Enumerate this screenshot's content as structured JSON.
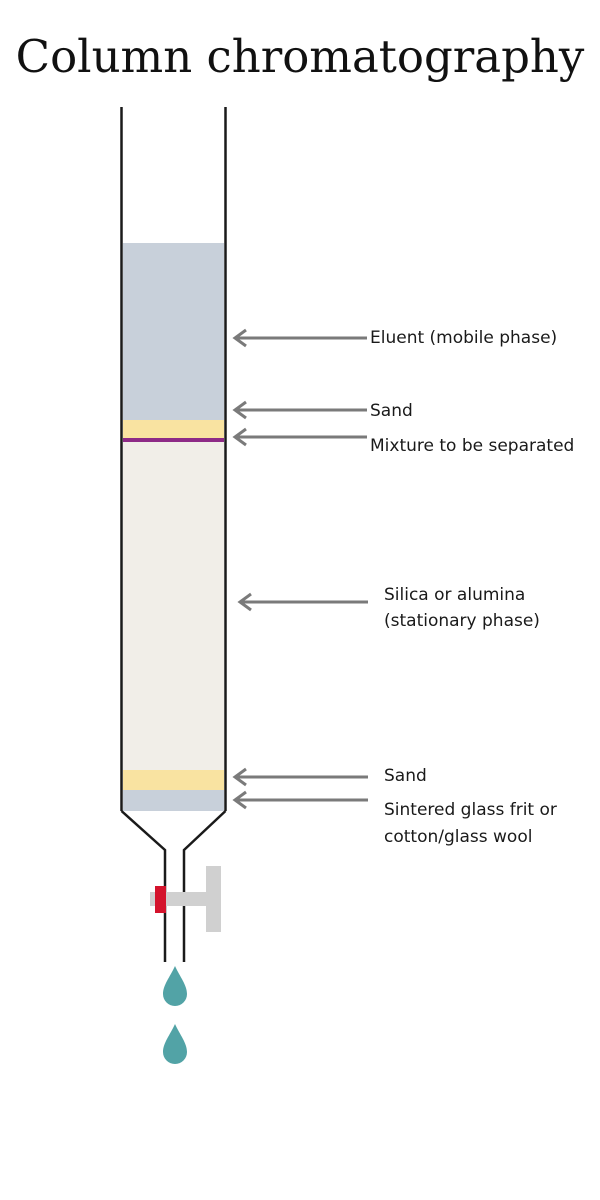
{
  "title": "Column chromatography",
  "labels": {
    "eluent": "Eluent (mobile phase)",
    "sand_top": "Sand",
    "mixture": "Mixture to be separated",
    "stationary_line1": "Silica or alumina",
    "stationary_line2": "(stationary phase)",
    "sand_bottom": "Sand",
    "frit_line1": "Sintered glass frit or",
    "frit_line2": "cotton/glass wool"
  },
  "colors": {
    "eluent": "#c8d0da",
    "sand": "#f9e3a1",
    "mixture": "#8e2a86",
    "stationary": "#f1eee8",
    "frit": "#c8d0da",
    "glass": "#1a1a1a",
    "arrow": "#7a7a7a",
    "stopcock": "#d0d0d0",
    "stopcock_handle": "#d4132c",
    "drop": "#52a3a6"
  }
}
